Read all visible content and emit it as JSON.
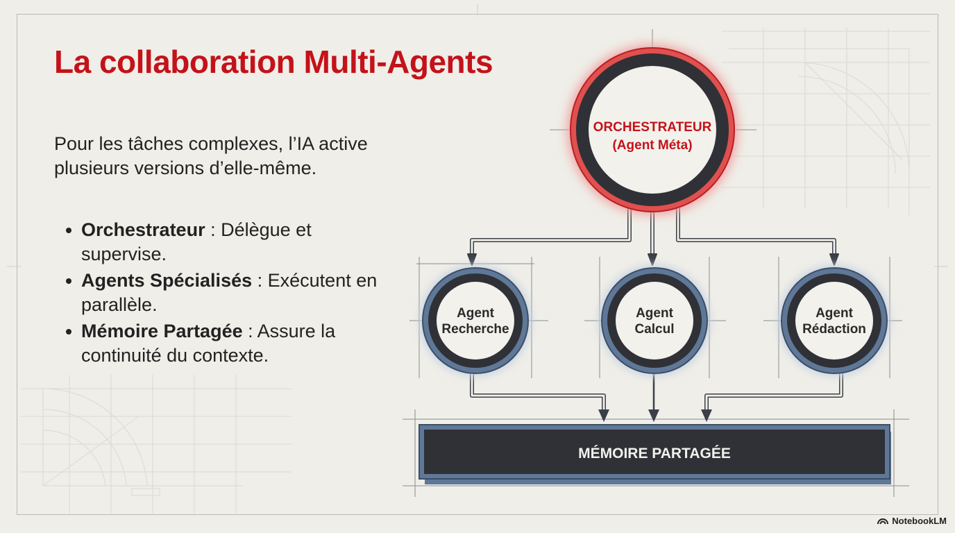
{
  "slide": {
    "title": "La collaboration Multi-Agents",
    "intro": "Pour les tâches complexes, l’IA active plusieurs versions d’elle-même.",
    "bullets": [
      {
        "term": "Orchestrateur",
        "sep": " : ",
        "text": "Délègue et supervise."
      },
      {
        "term": "Agents Spécialisés",
        "sep": " : ",
        "text": "Exécutent en parallèle."
      },
      {
        "term": "Mémoire Partagée",
        "sep": " : ",
        "text": "Assure la continuité du contexte."
      }
    ]
  },
  "diagram": {
    "orchestrator": {
      "line1": "ORCHESTRATEUR",
      "line2": "(Agent Méta)"
    },
    "agents": [
      {
        "line1": "Agent",
        "line2": "Recherche"
      },
      {
        "line1": "Agent",
        "line2": "Calcul"
      },
      {
        "line1": "Agent",
        "line2": "Rédaction"
      }
    ],
    "memory": "MÉMOIRE PARTAGÉE"
  },
  "brand": {
    "label": "NotebookLM",
    "icon": "notebooklm-logo-icon"
  },
  "colors": {
    "accent_red": "#c4121a",
    "dark": "#2d2f33",
    "agent_ring": "#5f7898",
    "background": "#efeee8"
  }
}
